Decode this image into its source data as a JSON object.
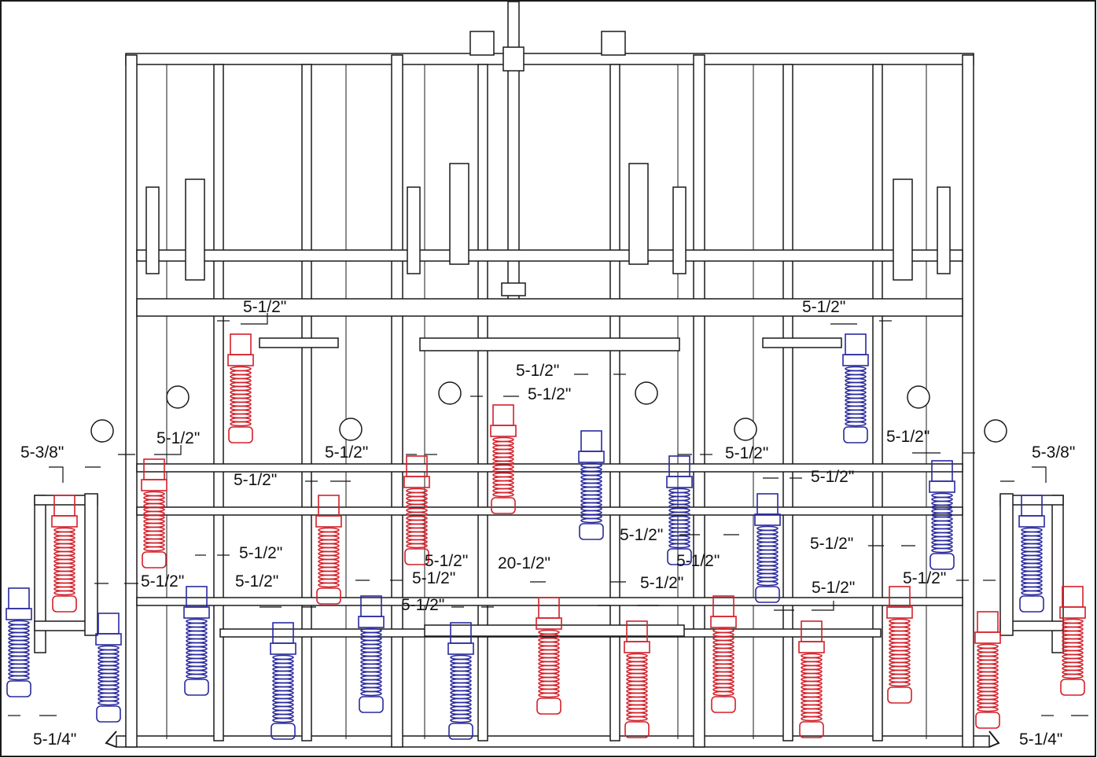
{
  "colors": {
    "red_shank": "#d4202a",
    "blue_shank": "#2a2a9e",
    "frame": "#1a1a1a",
    "background": "#ffffff"
  },
  "dimensions": [
    {
      "id": "dim-1",
      "text": "5-1/2\""
    },
    {
      "id": "dim-2",
      "text": "5-1/2\""
    },
    {
      "id": "dim-3",
      "text": "5-1/2\""
    },
    {
      "id": "dim-4",
      "text": "5-1/2\""
    },
    {
      "id": "dim-5",
      "text": "5-1/2\""
    },
    {
      "id": "dim-6",
      "text": "5-1/2\""
    },
    {
      "id": "dim-7",
      "text": "5-1/2\""
    },
    {
      "id": "dim-8",
      "text": "5-1/2\""
    },
    {
      "id": "dim-9",
      "text": "5-1/2\""
    },
    {
      "id": "dim-10",
      "text": "5-1/2\""
    },
    {
      "id": "dim-11",
      "text": "5-1/2\""
    },
    {
      "id": "dim-12",
      "text": "5-1/2\""
    },
    {
      "id": "dim-13",
      "text": "5-1/2\""
    },
    {
      "id": "dim-14",
      "text": "5-1/2\""
    },
    {
      "id": "dim-15",
      "text": "5-1/2\""
    },
    {
      "id": "dim-16",
      "text": "5-1/2\""
    },
    {
      "id": "dim-17",
      "text": "5-1/2\""
    },
    {
      "id": "dim-18",
      "text": "5-1/2\""
    },
    {
      "id": "dim-19",
      "text": "5-1/2\""
    },
    {
      "id": "dim-20",
      "text": "5-1/2\""
    },
    {
      "id": "dim-21",
      "text": "5-1/2\""
    },
    {
      "id": "dim-22",
      "text": "5-1/2\""
    },
    {
      "id": "dim-23",
      "text": "5-3/8\""
    },
    {
      "id": "dim-24",
      "text": "5-3/8\""
    },
    {
      "id": "dim-25",
      "text": "5-1/4\""
    },
    {
      "id": "dim-26",
      "text": "5-1/4\""
    },
    {
      "id": "dim-27",
      "text": "20-1/2\""
    }
  ],
  "shanks": [
    {
      "id": "s1",
      "color": "red"
    },
    {
      "id": "s2",
      "color": "red"
    },
    {
      "id": "s3",
      "color": "red"
    },
    {
      "id": "s4",
      "color": "red"
    },
    {
      "id": "s5",
      "color": "red"
    },
    {
      "id": "s6",
      "color": "red"
    },
    {
      "id": "s7",
      "color": "red"
    },
    {
      "id": "s8",
      "color": "red"
    },
    {
      "id": "s9",
      "color": "red"
    },
    {
      "id": "s10",
      "color": "red"
    },
    {
      "id": "s11",
      "color": "red"
    },
    {
      "id": "s12",
      "color": "red"
    },
    {
      "id": "s13",
      "color": "red"
    },
    {
      "id": "s14",
      "color": "blue"
    },
    {
      "id": "s15",
      "color": "blue"
    },
    {
      "id": "s16",
      "color": "blue"
    },
    {
      "id": "s17",
      "color": "blue"
    },
    {
      "id": "s18",
      "color": "blue"
    },
    {
      "id": "s19",
      "color": "blue"
    },
    {
      "id": "s20",
      "color": "blue"
    },
    {
      "id": "s21",
      "color": "blue"
    },
    {
      "id": "s22",
      "color": "blue"
    },
    {
      "id": "s23",
      "color": "blue"
    },
    {
      "id": "s24",
      "color": "blue"
    },
    {
      "id": "s25",
      "color": "blue"
    },
    {
      "id": "s26",
      "color": "blue"
    }
  ]
}
